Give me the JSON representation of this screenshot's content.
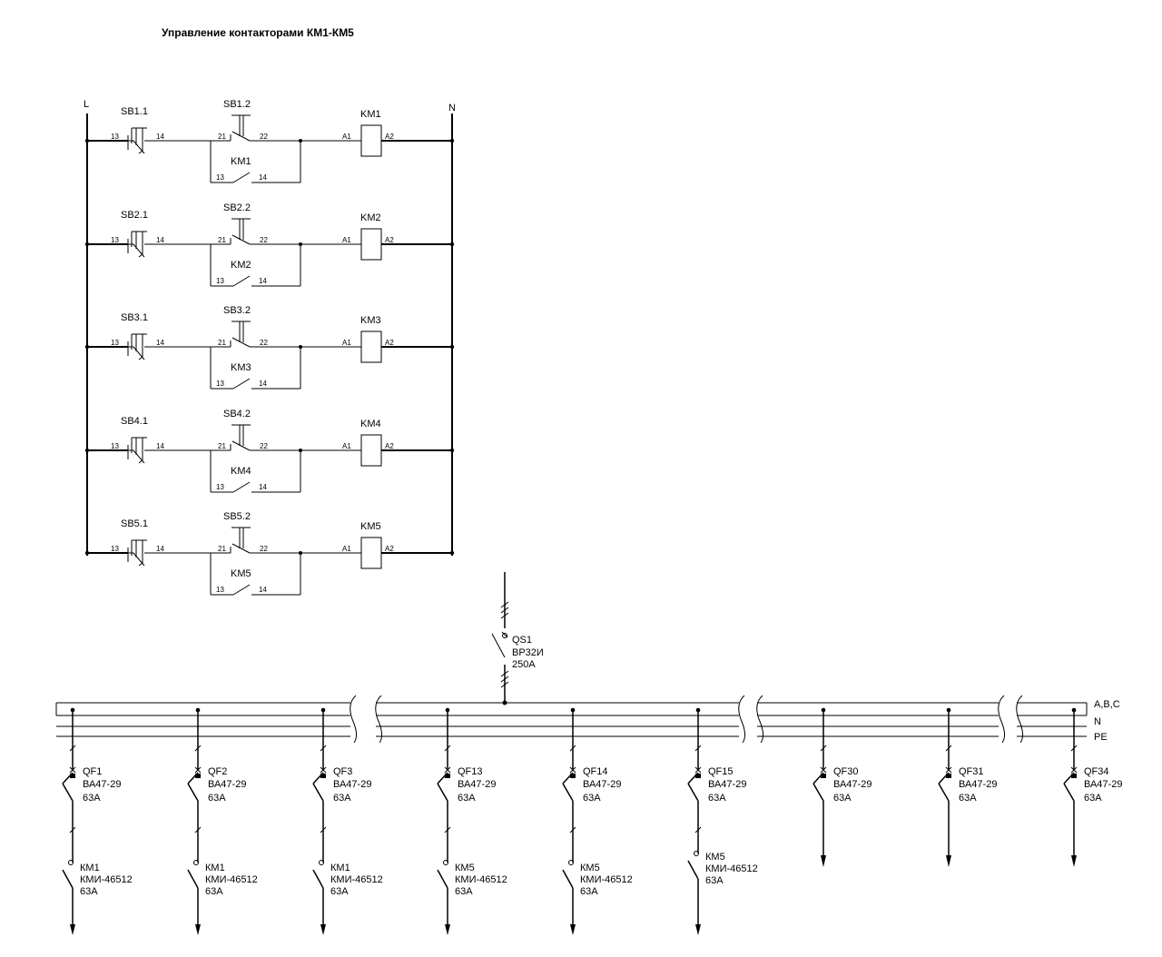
{
  "title": "Управление контакторами КМ1-КМ5",
  "control": {
    "rail_l": "L",
    "rail_n": "N",
    "rungs": [
      {
        "start": "SB1.1",
        "stop": "SB1.2",
        "coil": "KM1",
        "aux": "KM1",
        "t13": "13",
        "t14": "14",
        "t21": "21",
        "t22": "22",
        "a1": "A1",
        "a2": "A2",
        "h13": "13",
        "h14": "14"
      },
      {
        "start": "SB2.1",
        "stop": "SB2.2",
        "coil": "KM2",
        "aux": "KM2",
        "t13": "13",
        "t14": "14",
        "t21": "21",
        "t22": "22",
        "a1": "A1",
        "a2": "A2",
        "h13": "13",
        "h14": "14"
      },
      {
        "start": "SB3.1",
        "stop": "SB3.2",
        "coil": "KM3",
        "aux": "KM3",
        "t13": "13",
        "t14": "14",
        "t21": "21",
        "t22": "22",
        "a1": "A1",
        "a2": "A2",
        "h13": "13",
        "h14": "14"
      },
      {
        "start": "SB4.1",
        "stop": "SB4.2",
        "coil": "KM4",
        "aux": "KM4",
        "t13": "13",
        "t14": "14",
        "t21": "21",
        "t22": "22",
        "a1": "A1",
        "a2": "A2",
        "h13": "13",
        "h14": "14"
      },
      {
        "start": "SB5.1",
        "stop": "SB5.2",
        "coil": "KM5",
        "aux": "KM5",
        "t13": "13",
        "t14": "14",
        "t21": "21",
        "t22": "22",
        "a1": "A1",
        "a2": "A2",
        "h13": "13",
        "h14": "14"
      }
    ]
  },
  "power": {
    "main_switch": {
      "name": "QS1",
      "type": "ВР32И",
      "rating": "250А"
    },
    "bus_labels": {
      "phases": "A,B,C",
      "neutral": "N",
      "pe": "PE"
    },
    "feeders": [
      {
        "qf": "QF1",
        "qf_type": "ВА47-29",
        "qf_rating": "63А",
        "km": "КМ1",
        "km_type": "КМИ-46512",
        "km_rating": "63А"
      },
      {
        "qf": "QF2",
        "qf_type": "ВА47-29",
        "qf_rating": "63А",
        "km": "КМ1",
        "km_type": "КМИ-46512",
        "km_rating": "63А"
      },
      {
        "qf": "QF3",
        "qf_type": "ВА47-29",
        "qf_rating": "63А",
        "km": "КМ1",
        "km_type": "КМИ-46512",
        "km_rating": "63А"
      },
      {
        "qf": "QF13",
        "qf_type": "ВА47-29",
        "qf_rating": "63А",
        "km": "КМ5",
        "km_type": "КМИ-46512",
        "km_rating": "63А"
      },
      {
        "qf": "QF14",
        "qf_type": "ВА47-29",
        "qf_rating": "63А",
        "km": "КМ5",
        "km_type": "КМИ-46512",
        "km_rating": "63А"
      },
      {
        "qf": "QF15",
        "qf_type": "ВА47-29",
        "qf_rating": "63А",
        "km": "КМ5",
        "km_type": "КМИ-46512",
        "km_rating": "63А"
      },
      {
        "qf": "QF30",
        "qf_type": "ВА47-29",
        "qf_rating": "63А"
      },
      {
        "qf": "QF31",
        "qf_type": "ВА47-29",
        "qf_rating": "63А"
      },
      {
        "qf": "QF34",
        "qf_type": "ВА47-29",
        "qf_rating": "63А"
      }
    ]
  }
}
